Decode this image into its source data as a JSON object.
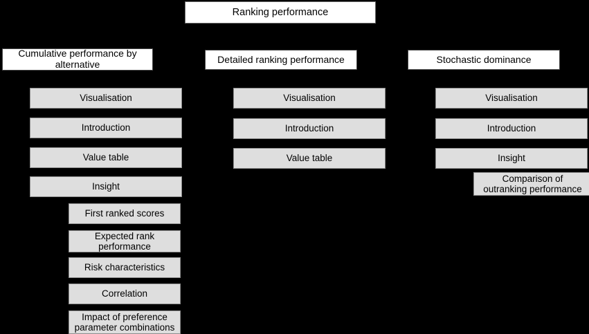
{
  "figure": {
    "background_color": "#000000",
    "root_box_color": "#ffffff",
    "branch_box_color": "#ffffff",
    "leaf_box_color": "#dedede",
    "text_color": "#000000"
  },
  "root": {
    "label": "Ranking performance"
  },
  "columns": [
    {
      "header": "Cumulative performance by\nalternative",
      "items": [
        {
          "label": "Visualisation",
          "indent": "none"
        },
        {
          "label": "Introduction",
          "indent": "none"
        },
        {
          "label": "Value table",
          "indent": "none"
        },
        {
          "label": "Insight",
          "indent": "none"
        },
        {
          "label": "First ranked scores",
          "indent": "sub"
        },
        {
          "label": "Expected rank\nperformance",
          "indent": "sub"
        },
        {
          "label": "Risk characteristics",
          "indent": "sub"
        },
        {
          "label": "Correlation",
          "indent": "sub"
        },
        {
          "label": "Impact of preference\nparameter combinations",
          "indent": "sub"
        }
      ]
    },
    {
      "header": "Detailed ranking performance",
      "items": [
        {
          "label": "Visualisation",
          "indent": "none"
        },
        {
          "label": "Introduction",
          "indent": "none"
        },
        {
          "label": "Value table",
          "indent": "none"
        }
      ]
    },
    {
      "header": "Stochastic dominance",
      "items": [
        {
          "label": "Visualisation",
          "indent": "none"
        },
        {
          "label": "Introduction",
          "indent": "none"
        },
        {
          "label": "Insight",
          "indent": "none"
        },
        {
          "label": "Comparison of\noutranking performance",
          "indent": "sub"
        }
      ]
    }
  ]
}
